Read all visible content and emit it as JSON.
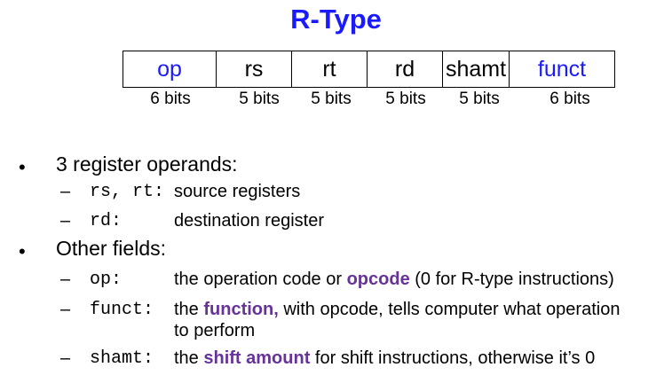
{
  "title": "R-Type",
  "fields": [
    {
      "name": "op",
      "bits": "6 bits"
    },
    {
      "name": "rs",
      "bits": "5 bits"
    },
    {
      "name": "rt",
      "bits": "5 bits"
    },
    {
      "name": "rd",
      "bits": "5 bits"
    },
    {
      "name": "shamt",
      "bits": "5 bits"
    },
    {
      "name": "funct",
      "bits": "6 bits"
    }
  ],
  "accent_color": "#1a1aff",
  "highlight_color": "#663399",
  "bullets": [
    {
      "text": "3 register operands:",
      "items": [
        {
          "code": "rs, rt:",
          "desc": "source registers"
        },
        {
          "code": "rd:",
          "desc": "destination register"
        }
      ]
    },
    {
      "text": "Other fields:",
      "items": [
        {
          "code": "op:",
          "pre": "the operation code or ",
          "bold": "opcode",
          "post": " (0 for R-type instructions)"
        },
        {
          "code": "funct:",
          "pre": "the ",
          "bold": "function,",
          "post": " with opcode, tells computer what operation",
          "line2": "to perform"
        },
        {
          "code": "shamt:",
          "pre": "the ",
          "bold": "shift amount",
          "post": " for shift instructions, otherwise it’s 0"
        }
      ]
    }
  ]
}
